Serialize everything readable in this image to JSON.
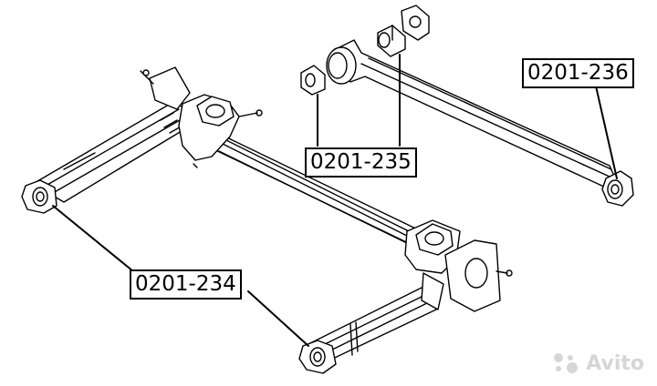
{
  "labels": {
    "part_236": "0201-236",
    "part_235": "0201-235",
    "part_234": "0201-234"
  },
  "watermark": {
    "text": "Avito",
    "icon": "avito-logo-icon",
    "color": "#d6d6d6"
  },
  "colors": {
    "line": "#000000",
    "background": "#ffffff"
  }
}
